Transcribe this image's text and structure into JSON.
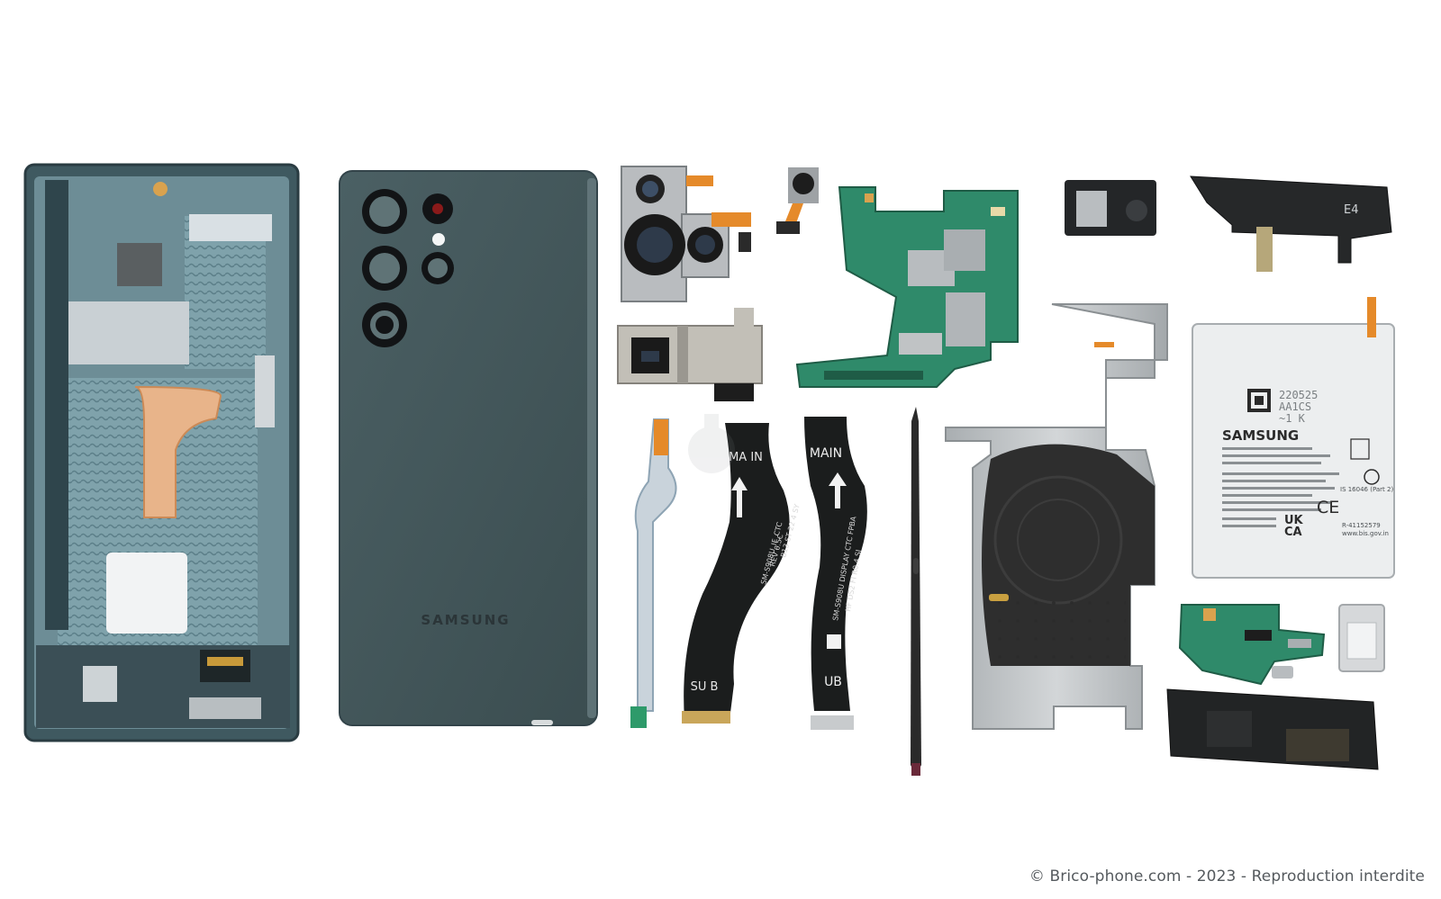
{
  "colors": {
    "background": "#ffffff",
    "back_glass": "#44575a",
    "frame": "#3f5960",
    "pcb_green": "#2f8a6a",
    "flex_black": "#1b1d1d",
    "metal": "#b8bcbf",
    "credit_text": "#555a5e"
  },
  "components": {
    "back_cover": {
      "brand": "SAMSUNG"
    },
    "flex_cable_mid": {
      "top_label": "MA IN",
      "bottom_label": "SU B",
      "code_1": "SM-S908U_IF_CTC",
      "code_2": "REV 0.5C",
      "code_3": "B13  ST 22 4 SY"
    },
    "flex_cable_right": {
      "top_label": "MAIN",
      "bottom_label": "UB",
      "code_1": "SM-S908U DISPLAY CTC FPBA",
      "code_2": "HF DS2 FI  R0.4 SI"
    },
    "speaker_module": {
      "label": "E4"
    },
    "battery": {
      "lot_1": "220525",
      "lot_2": "AA1CS",
      "lot_3": "~1 K",
      "brand": "SAMSUNG",
      "ce_mark": "CE",
      "uk_mark_1": "UK",
      "uk_mark_2": "CA",
      "standard": "IS 16046 (Part 2)",
      "regnum": "R-41152579",
      "website": "www.bis.gov.in"
    }
  },
  "credit": "© Brico-phone.com - 2023 - Reproduction interdite"
}
